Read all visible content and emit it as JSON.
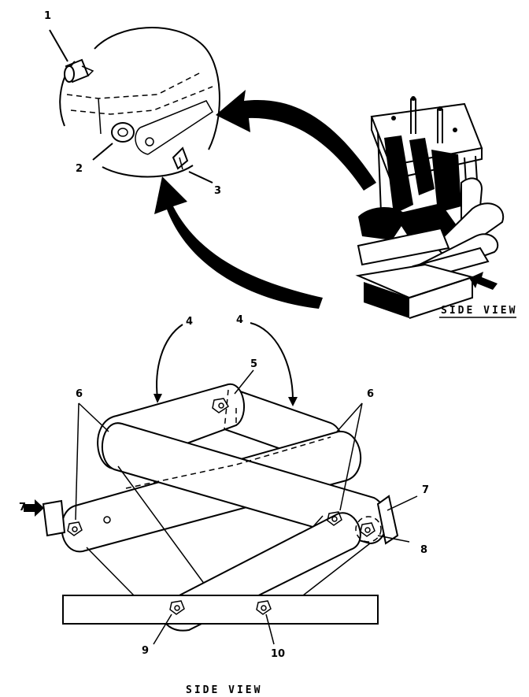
{
  "callouts": {
    "c1": "1",
    "c2": "2",
    "c3": "3",
    "c4a": "4",
    "c4b": "4",
    "c5": "5",
    "c6a": "6",
    "c6b": "6",
    "c7a": "7",
    "c7b": "7",
    "c8": "8",
    "c9": "9",
    "c10": "10"
  },
  "captions": {
    "photo_side_view": "SIDE VIEW",
    "bottom_side_view": "SIDE VIEW"
  }
}
